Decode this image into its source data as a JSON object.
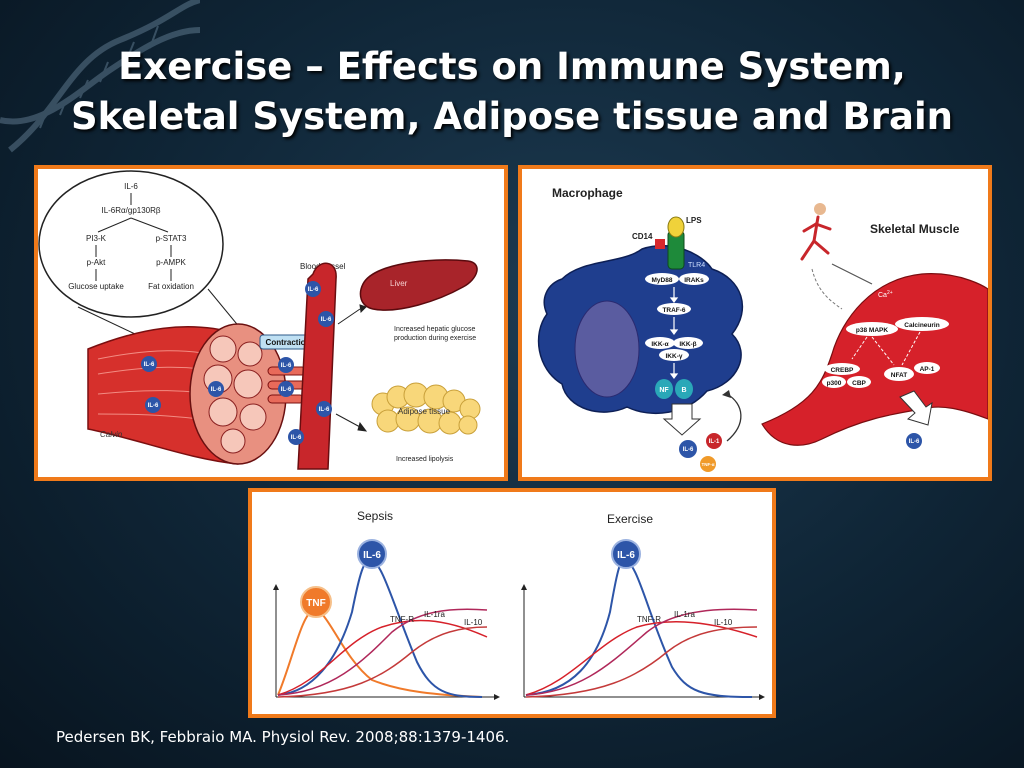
{
  "slide": {
    "title_line1": "Exercise – Effects on Immune System,",
    "title_line2": "Skeletal System, Adipose tissue and Brain",
    "citation": "Pedersen BK, Febbraio MA. Physiol Rev. 2008;88:1379-1406."
  },
  "panel_muscle": {
    "pathway": [
      "IL-6",
      "IL-6Rα/gp130Rβ",
      "PI3-K",
      "p-STAT3",
      "p-Akt",
      "p-AMPK",
      "Glucose uptake",
      "Fat oxidation"
    ],
    "blood_vessel": "Blood vessel",
    "contraction": "Contraction",
    "il6": "IL-6",
    "liver": "Liver",
    "liver_caption_1": "Increased hepatic glucose",
    "liver_caption_2": "production during exercise",
    "adipose": "Adipose tissue",
    "adipose_caption": "Increased lipolysis",
    "signature": "Calvin"
  },
  "panel_cells": {
    "macrophage": "Macrophage",
    "skeletal_muscle": "Skeletal Muscle",
    "lps": "LPS",
    "cd14": "CD14",
    "tlr4": "TLR4",
    "myd88": "MyD88",
    "iraks": "IRAKs",
    "traf6": "TRAF-6",
    "ikka": "IKK-α",
    "ikkb": "IKK-β",
    "ikkg": "IKK-γ",
    "nfkb_n": "NF",
    "nfkb_b": "B",
    "il6": "IL-6",
    "il1": "IL-1",
    "tnf": "TNF-α",
    "ca": "Ca",
    "ca_sup": "2+",
    "p38": "p38 MAPK",
    "calcineurin": "Calcineurin",
    "creb": "CREBP",
    "p300": "p300",
    "cbp": "CBP",
    "nfat": "NFAT",
    "ap1": "AP-1"
  },
  "panel_curves": {
    "sepsis": "Sepsis",
    "exercise": "Exercise",
    "il6": "IL-6",
    "tnf": "TNF",
    "tnfr": "TNF-R",
    "il1ra": "IL-1ra",
    "il10": "IL-10"
  },
  "colors": {
    "panel_border": "#f07a1a",
    "il6_blue": "#2d55a8",
    "tnf_orange": "#f07a2a",
    "muscle_red": "#d6212a",
    "macrophage_blue": "#1f3e8e"
  }
}
